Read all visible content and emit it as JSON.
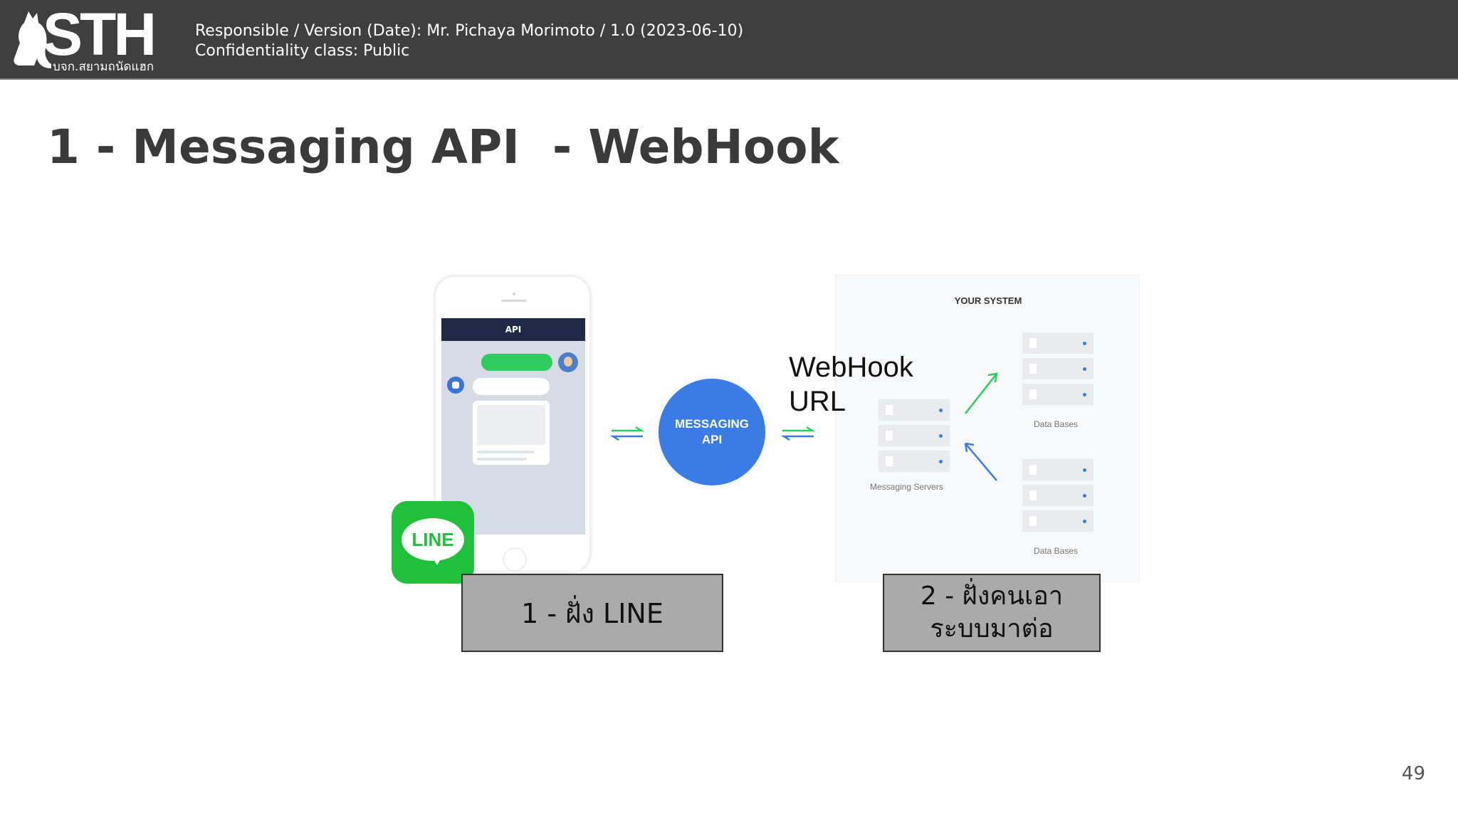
{
  "header": {
    "logo_text": "STH",
    "logo_subtitle": "บจก.สยามถนัดแฮก",
    "responsible_line": "Responsible / Version (Date): Mr. Pichaya Morimoto / 1.0 (2023-06-10)",
    "confidentiality_line": "Confidentiality class: Public"
  },
  "slide": {
    "title": "1 - Messaging API  - WebHook",
    "page_number": "49"
  },
  "diagram": {
    "phone_bar": "API",
    "line_logo": "LINE",
    "messaging_api": [
      "MESSAGING",
      "API"
    ],
    "webhook_label": [
      "WebHook",
      "URL"
    ],
    "system_title": "YOUR SYSTEM",
    "messaging_servers_label": "Messaging Servers",
    "data_bases_label_top": "Data Bases",
    "data_bases_label_bottom": "Data Bases",
    "arrow_color": "#2ecc5f",
    "accent_blue": "#3b7be6"
  },
  "labels": {
    "line_side": "1 - ฝั่ง LINE",
    "system_side_line1": "2 - ฝั่งคนเอา",
    "system_side_line2": "ระบบมาต่อ"
  }
}
